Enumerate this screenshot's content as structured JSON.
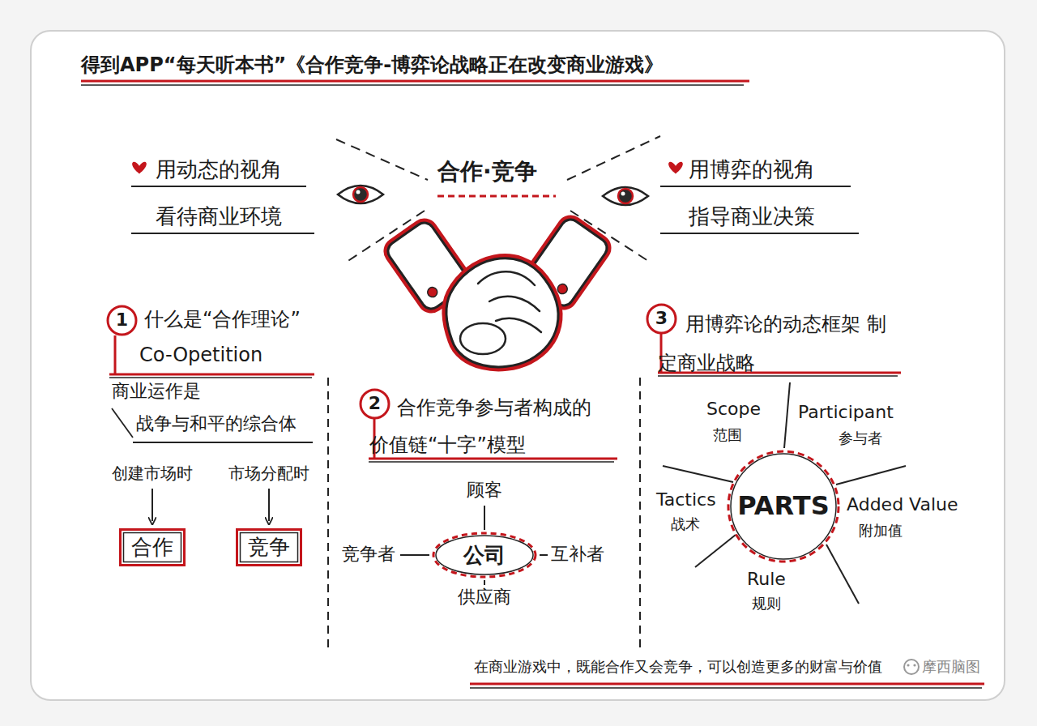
{
  "diagram": {
    "title": "得到APP“每天听本书”《合作竞争-博弈论战略正在改变商业游戏》",
    "caption": "在商业游戏中，既能合作又会竞争，可以创造更多的财富与价值",
    "nodes": [
      {
        "text": [
          "1"
        ]
      },
      {
        "text": [
          "合作"
        ]
      },
      {
        "text": [
          "竞争"
        ]
      },
      {
        "text": [
          "2"
        ]
      },
      {
        "text": [
          "公司"
        ]
      },
      {
        "text": [
          "3"
        ]
      },
      {
        "text": [
          "PARTS"
        ]
      }
    ],
    "labels": [
      "合作·竞争",
      "用动态的视角 看待商业环境",
      "用博弈的视角 指导商业决策",
      "什么是“合作理论”",
      "Co-Opetition",
      "商业运作是",
      "战争与和平的综合体",
      "创建市场时",
      "市场分配时",
      "合作竞争参与者构成的 价值链“十字”模型",
      "顾客",
      "竞争者",
      "互补者",
      "供应商",
      "用博弈论的动态框架 制定商业战略",
      "Scope",
      "范围",
      "Participant",
      "参与者",
      "Added Value",
      "附加值",
      "Rule",
      "规则",
      "Tactics",
      "战术",
      "摩西脑图"
    ]
  }
}
